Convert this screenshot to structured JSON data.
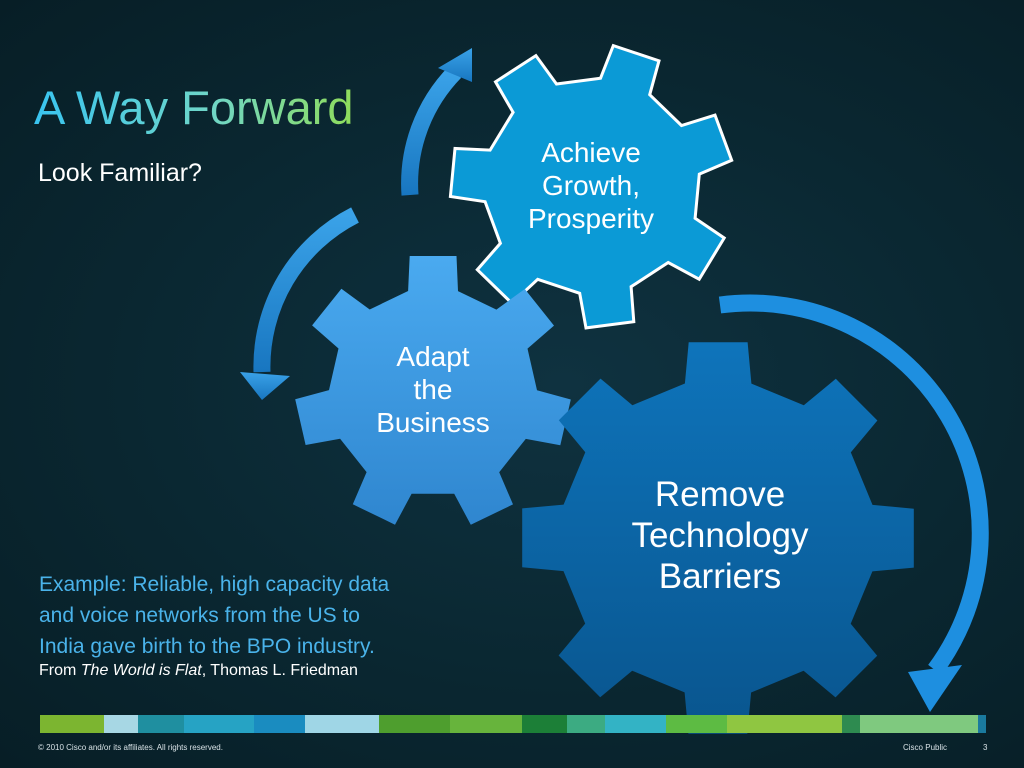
{
  "slide": {
    "title": "A Way Forward",
    "subtitle": "Look Familiar?"
  },
  "gears": [
    {
      "lines": [
        "Achieve",
        "Growth,",
        "Prosperity"
      ],
      "color": "#0b9ad6"
    },
    {
      "lines": [
        "Adapt",
        "the",
        "Business"
      ],
      "color": "#3d9ee3"
    },
    {
      "lines": [
        "Remove",
        "Technology",
        "Barriers"
      ],
      "color": "#0b66a8"
    }
  ],
  "arrows": [
    {
      "from": "Remove Technology Barriers",
      "direction": "clockwise"
    },
    {
      "from": "Adapt the Business",
      "to": "Achieve Growth, Prosperity"
    }
  ],
  "example": {
    "lines": [
      "Example: Reliable, high capacity data",
      "and voice networks from the US to",
      "India gave birth to the BPO industry."
    ],
    "source_prefix": "From ",
    "source_title": "The World is Flat",
    "source_suffix": ", Thomas L. Friedman"
  },
  "color_bar": [
    {
      "color": "#7cb530",
      "share": 6.3
    },
    {
      "color": "#a7d7e4",
      "share": 3.3
    },
    {
      "color": "#1f8fa0",
      "share": 4.5
    },
    {
      "color": "#26a3c4",
      "share": 6.8
    },
    {
      "color": "#1a8cc0",
      "share": 5.0
    },
    {
      "color": "#9fd6e6",
      "share": 7.2
    },
    {
      "color": "#4e9e2e",
      "share": 7.0
    },
    {
      "color": "#67b43c",
      "share": 7.0
    },
    {
      "color": "#1c7f37",
      "share": 4.4
    },
    {
      "color": "#3cab82",
      "share": 3.7
    },
    {
      "color": "#33b3c5",
      "share": 6.0
    },
    {
      "color": "#5dbb43",
      "share": 6.0
    },
    {
      "color": "#8fc641",
      "share": 11.2
    },
    {
      "color": "#2e8b50",
      "share": 1.8
    },
    {
      "color": "#7fc97f",
      "share": 11.5
    },
    {
      "color": "#1a7a9e",
      "share": 0.8
    }
  ],
  "footer": {
    "copyright": "© 2010 Cisco and/or its affiliates. All rights reserved.",
    "classification": "Cisco Public",
    "page": "3"
  }
}
